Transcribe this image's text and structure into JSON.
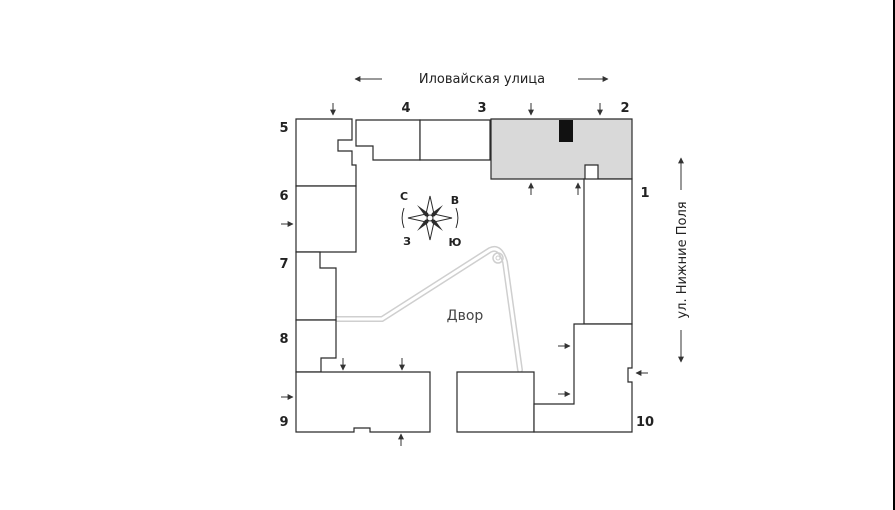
{
  "streets": {
    "top": "Иловайская улица",
    "right": "ул. Нижние Поля"
  },
  "yard_label": "Двор",
  "compass": {
    "n": "С",
    "e": "В",
    "w": "З",
    "s": "Ю"
  },
  "sections": [
    "1",
    "2",
    "3",
    "4",
    "5",
    "6",
    "7",
    "8",
    "9",
    "10"
  ],
  "colors": {
    "highlight": "#d9d9d9",
    "marker": "#111111",
    "path": "#cfcfcf",
    "line": "#2b2b2b"
  }
}
